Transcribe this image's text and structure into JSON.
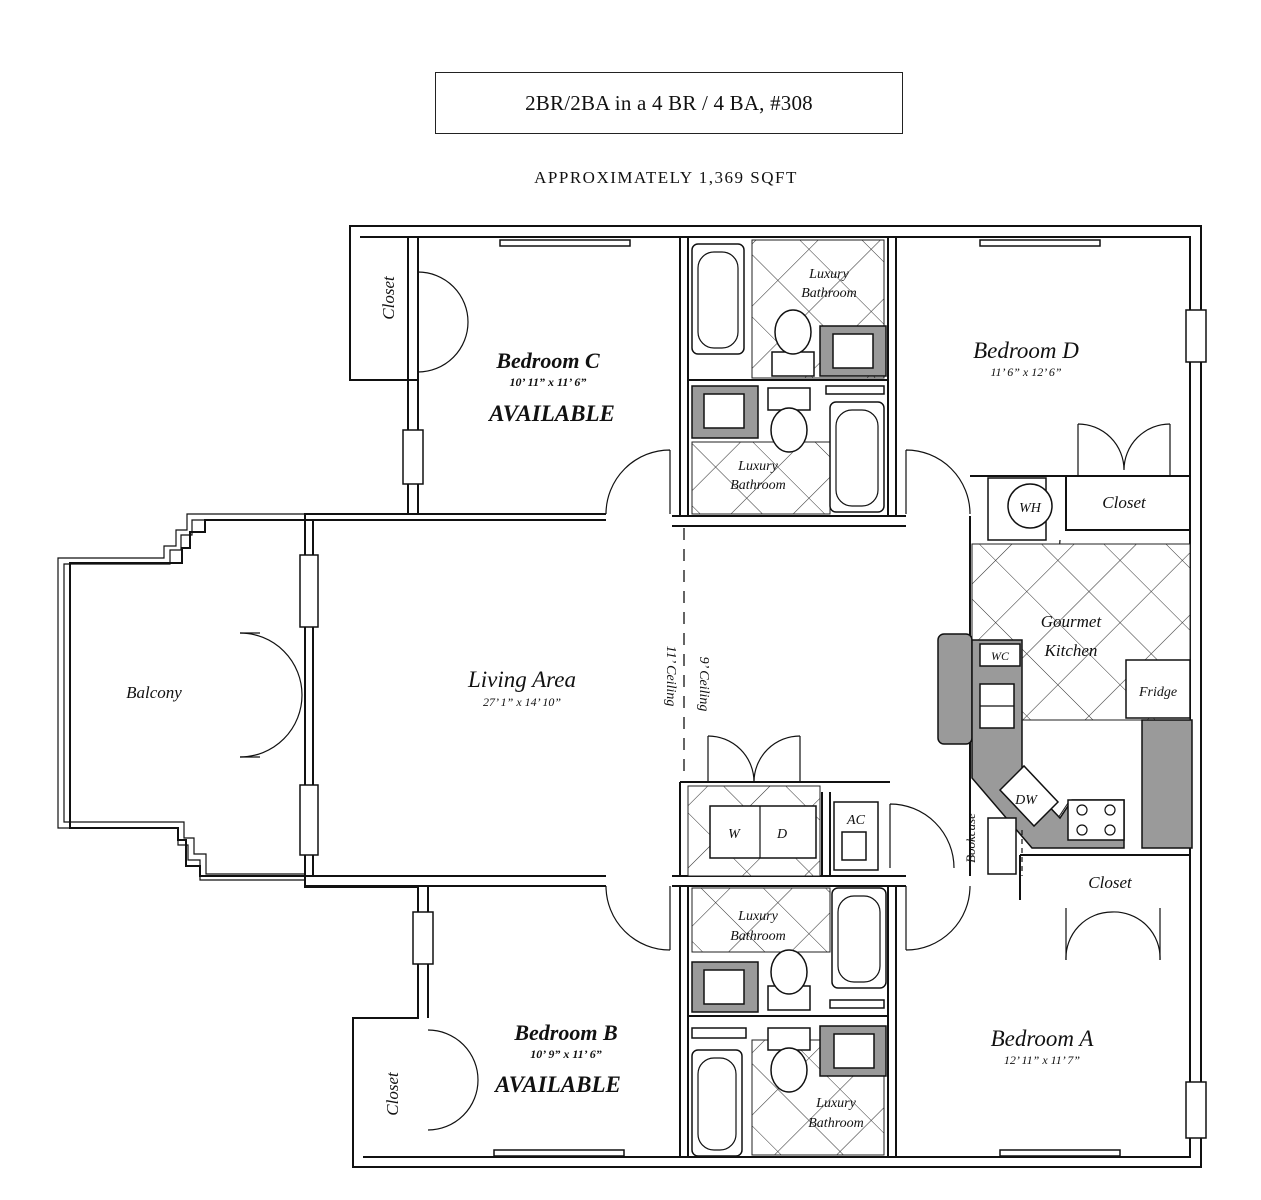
{
  "header": {
    "title": "2BR/2BA in a 4 BR / 4 BA, #308",
    "subtitle": "APPROXIMATELY 1,369 SQFT"
  },
  "rooms": {
    "bedroom_c": {
      "name": "Bedroom C",
      "dims": "10’ 11” x 11’ 6”",
      "status": "AVAILABLE"
    },
    "bedroom_d": {
      "name": "Bedroom D",
      "dims": "11’ 6” x 12’ 6”"
    },
    "bedroom_b": {
      "name": "Bedroom B",
      "dims": "10’ 9” x 11’ 6”",
      "status": "AVAILABLE"
    },
    "bedroom_a": {
      "name": "Bedroom A",
      "dims": "12’ 11” x 11’ 7”"
    },
    "living": {
      "name": "Living Area",
      "dims": "27’ 1” x 14’ 10”"
    },
    "balcony": "Balcony",
    "kitchen_line1": "Gourmet",
    "kitchen_line2": "Kitchen",
    "bathroom_line1": "Luxury",
    "bathroom_line2": "Bathroom",
    "closet": "Closet",
    "bookcase": "Bookcase"
  },
  "ceiling": {
    "high": "11’ Ceiling",
    "low": "9’ Ceiling"
  },
  "appliances": {
    "wh": "WH",
    "wc": "WC",
    "fridge": "Fridge",
    "dw": "DW",
    "washer": "W",
    "dryer": "D",
    "ac": "AC"
  }
}
